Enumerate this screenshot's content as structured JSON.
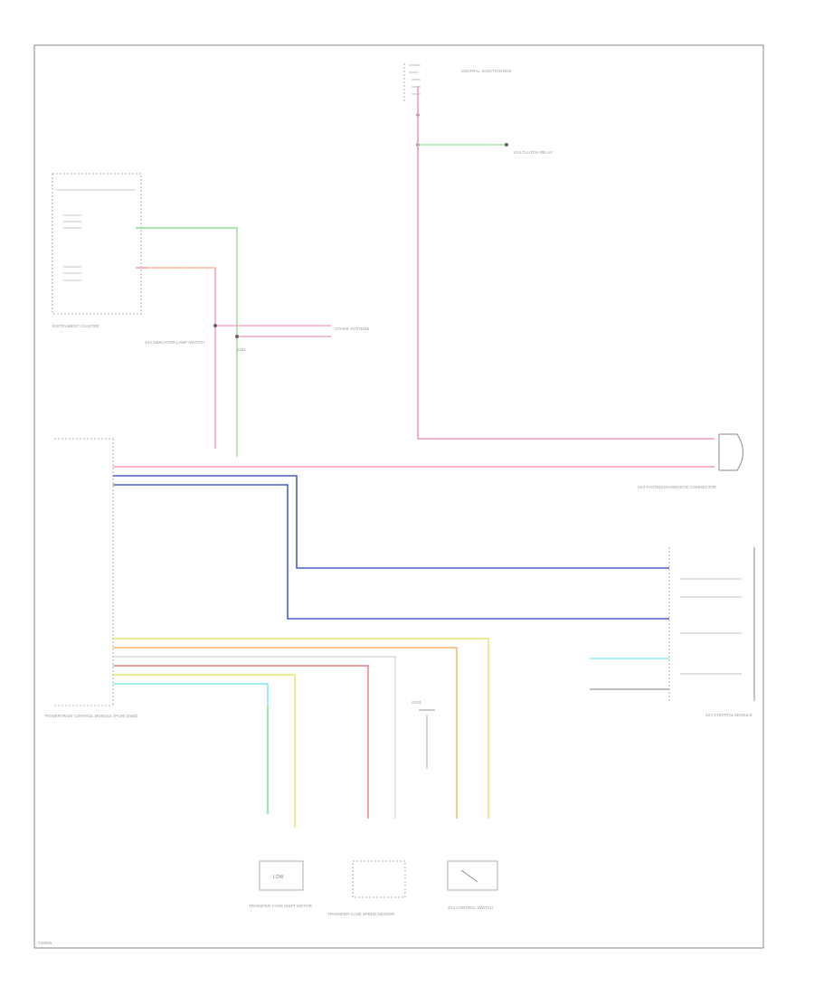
{
  "diagram": {
    "colors": {
      "pink": "#f39bb0",
      "green": "#8fe08f",
      "blue": "#4a5fd0",
      "yellow": "#e9e46a",
      "orange": "#f3b566",
      "red": "#ef7a86",
      "cyan": "#7fe6e6",
      "white": "#d8d8d8"
    },
    "components": {
      "instrument_cluster": {
        "label": "INSTRUMENT CLUSTER"
      },
      "pcm": {
        "label": "POWERTRAIN CONTROL MODULE (PCM) (4WD)"
      },
      "top_fuse": {
        "label": "CENTRAL JUNCTION BOX"
      },
      "front_right_connector": {
        "label": "4X4 SYSTEM DIAGNOSTIC CONNECTOR"
      },
      "switch_module": {
        "label": "4X4 CONTROL MODULE"
      },
      "bottom_left": {
        "label": "TRANSFER CASE SHIFT MOTOR",
        "text": "LOW"
      },
      "bottom_middle": {
        "label": "TRANSFER CASE SPEED SENSOR"
      },
      "bottom_right": {
        "label": "4X4 CONTROL SWITCH"
      },
      "ground": {
        "label": "G101"
      },
      "splice_label": {
        "label": "S111"
      },
      "relay_label": {
        "label": "4X4 CLUTCH RELAY"
      },
      "left_splice_text": {
        "label": "4X4 INDICATOR LAMP SWITCH"
      },
      "mid_label": {
        "label": "OTHER SYSTEMS"
      },
      "footer": {
        "label": "T28066"
      }
    }
  }
}
